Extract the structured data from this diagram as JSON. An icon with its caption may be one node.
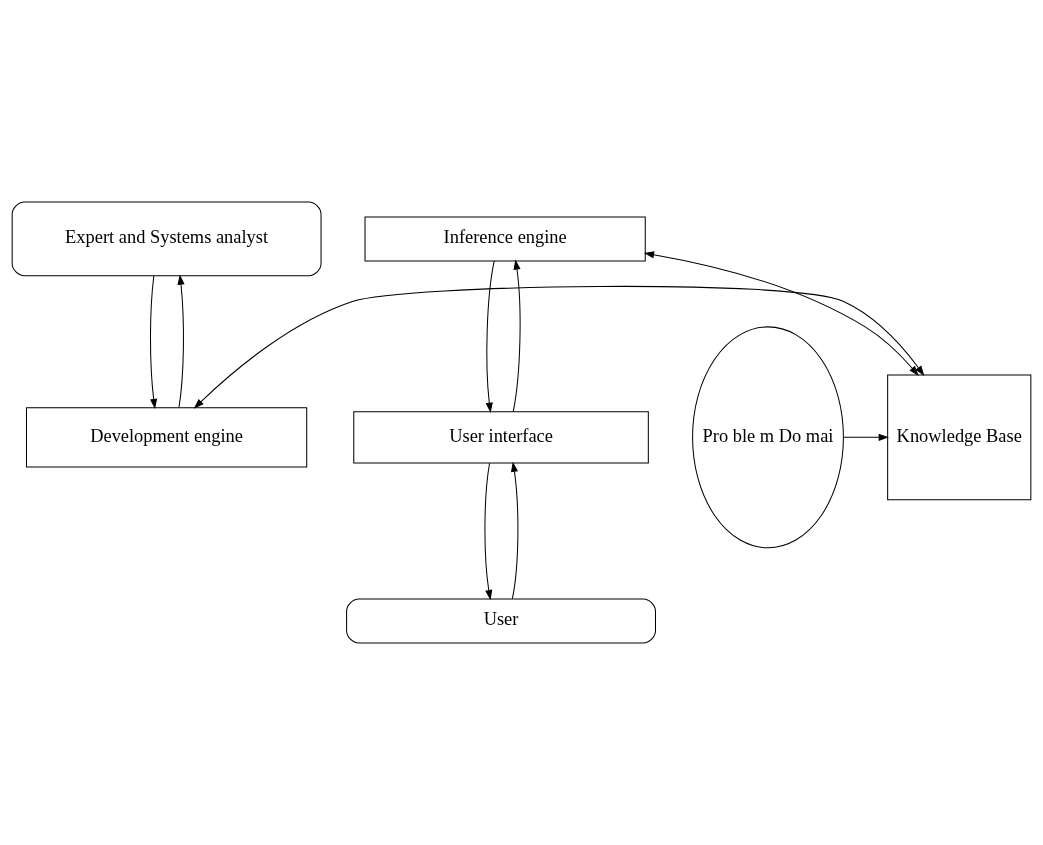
{
  "diagram": {
    "nodes": [
      {
        "text": [
          "Expert and Systems analyst"
        ]
      },
      {
        "text": [
          "Development engine"
        ]
      },
      {
        "text": [
          "Knowledge Base"
        ]
      },
      {
        "text": [
          "Pro ble m Do mai"
        ]
      },
      {
        "text": [
          "Inference engine"
        ]
      },
      {
        "text": [
          "User interface"
        ]
      },
      {
        "text": [
          "User"
        ]
      }
    ],
    "edges": [
      {
        "from": 0,
        "to": 1,
        "arrow": "to"
      },
      {
        "from": 1,
        "to": 0,
        "arrow": "to"
      },
      {
        "from": 1,
        "to": 2,
        "arrow": "both"
      },
      {
        "from": 3,
        "to": 2,
        "arrow": "to"
      },
      {
        "from": 4,
        "to": 2,
        "arrow": "both"
      },
      {
        "from": 4,
        "to": 5,
        "arrow": "to"
      },
      {
        "from": 5,
        "to": 4,
        "arrow": "to"
      },
      {
        "from": 6,
        "to": 5,
        "arrow": "to"
      },
      {
        "from": 5,
        "to": 6,
        "arrow": "to"
      }
    ]
  }
}
